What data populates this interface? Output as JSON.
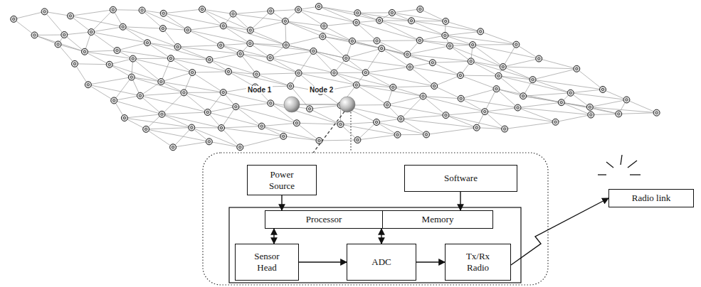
{
  "diagram": {
    "nodes": [
      {
        "text": [
          "Power Source"
        ]
      },
      {
        "text": [
          "Software"
        ]
      },
      {
        "text": [
          "Processor"
        ]
      },
      {
        "text": [
          "Memory"
        ]
      },
      {
        "text": [
          "Sensor Head"
        ]
      },
      {
        "text": [
          "ADC"
        ]
      },
      {
        "text": [
          "Tx/Rx Radio"
        ]
      },
      {
        "text": [
          "Radio link"
        ]
      }
    ],
    "edges": [
      {
        "from": 0,
        "to": 2,
        "arrow": "to"
      },
      {
        "from": 1,
        "to": 3,
        "arrow": "to"
      },
      {
        "from": 2,
        "to": 5,
        "arrow": "both"
      },
      {
        "from": 2,
        "to": 4,
        "arrow": "both"
      },
      {
        "from": 4,
        "to": 5,
        "arrow": "to"
      },
      {
        "from": 5,
        "to": 6,
        "arrow": "to"
      },
      {
        "from": 6,
        "to": 7,
        "arrow": "to"
      }
    ],
    "labels": [
      "Node 1",
      "Node 2"
    ]
  }
}
